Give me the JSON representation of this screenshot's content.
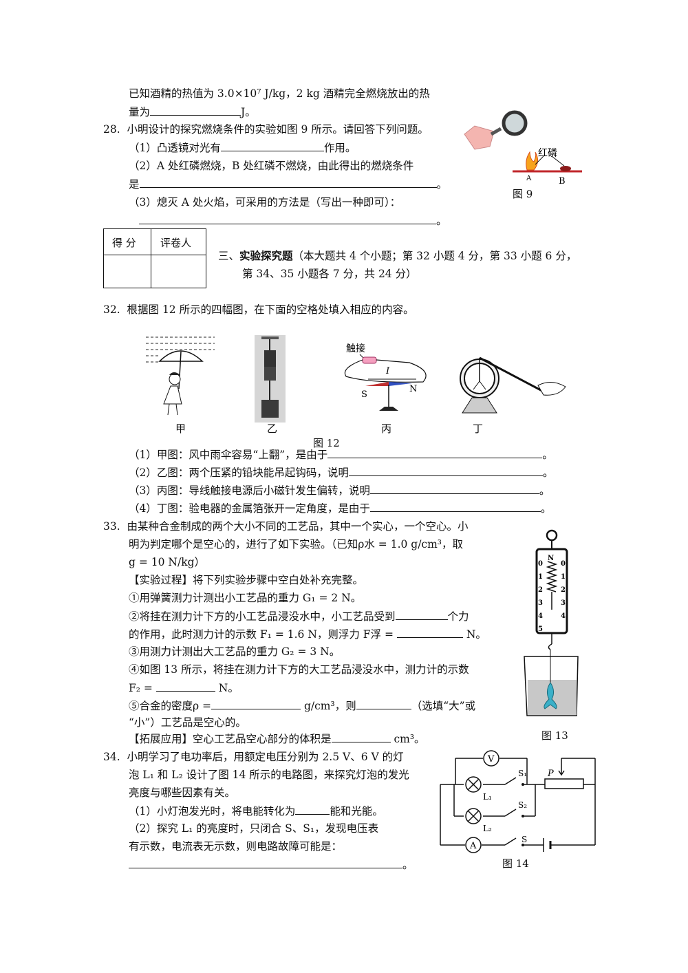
{
  "q27": {
    "line1": "已知酒精的热值为 3.0×10⁷ J/kg，2 kg 酒精完全燃烧放出的热",
    "line2_a": "量为",
    "line2_b": "J。"
  },
  "q28": {
    "num": "28.",
    "stem": "小明设计的探究燃烧条件的实验如图 9 所示。请回答下列问题。",
    "p1_a": "（1）凸透镜对光有",
    "p1_b": "作用。",
    "p2": "（2）A 处红磷燃烧，B 处红磷不燃烧，由此得出的燃烧条件",
    "p2_b": "是",
    "p2_end": "。",
    "p3": "（3）熄灭 A 处火焰，可采用的方法是（写出一种即可）：",
    "p3_end": "。",
    "fig_label_red": "红磷",
    "fig_label_a": "A",
    "fig_label_b": "B",
    "fig_caption": "图 9"
  },
  "score_box": {
    "col1": "得 分",
    "col2": "评卷人"
  },
  "section3": {
    "title_prefix": "三、",
    "title": "实验探究题",
    "desc1": "（本大题共 4 个小题；第 32 小题 4 分，第 33 小题 6 分，",
    "desc2": "第 34、35 小题各 7 分，共 24 分）"
  },
  "q32": {
    "num": "32.",
    "stem": "根据图 12 所示的四幅图，在下面的空格处填入相应的内容。",
    "fig_labels": [
      "甲",
      "乙",
      "丙",
      "丁"
    ],
    "touch_label": "触接",
    "current_label": "I",
    "s_label": "S",
    "n_label": "N",
    "fig_caption": "图 12",
    "p1": "（1）甲图：风中雨伞容易“上翻”，是由于",
    "p2": "（2）乙图：两个压紧的铅块能吊起钩码，说明",
    "p3": "（3）丙图：导线触接电源后小磁针发生偏转，说明",
    "p4": "（4）丁图：验电器的金属箔张开一定角度，是由于",
    "end": "。"
  },
  "q33": {
    "num": "33.",
    "l1": "由某种合金制成的两个大小不同的工艺品，其中一个实心，一个空心。小",
    "l2": "明为判定哪个是空心的，进行了如下实验。（已知ρ水 = 1.0 g/cm³，取",
    "l3": "g = 10 N/kg）",
    "l4": "【实验过程】将下列实验步骤中空白处补充完整。",
    "s1": "①用弹簧测力计测出小工艺品的重力 G₁ = 2 N。",
    "s2_a": "②将挂在测力计下方的小工艺品浸没水中，小工艺品受到",
    "s2_b": "个力",
    "s2c_a": "的作用，此时测力计的示数 F₁ = 1.6 N，则浮力 F浮 =",
    "s2c_b": "N。",
    "s3": "③用测力计测出大工艺品的重力 G₂ = 3 N。",
    "s4": "④如图 13 所示，将挂在测力计下方的大工艺品浸没水中，测力计的示数",
    "s4b_a": "F₂ =",
    "s4b_b": "N。",
    "s5_a": "⑤合金的密度ρ =",
    "s5_b": "g/cm³，则",
    "s5_c": "（选填“大”或",
    "s5d": "“小”）工艺品是空心的。",
    "ext_a": "【拓展应用】空心工艺品空心部分的体积是",
    "ext_b": "cm³。",
    "scale_n": "N",
    "scale_ticks": [
      "0",
      "1",
      "2",
      "3",
      "4",
      "5"
    ],
    "fig_caption": "图 13"
  },
  "q34": {
    "num": "34.",
    "l1": "小明学习了电功率后，用额定电压分别为 2.5 V、6 V 的灯",
    "l2": "泡 L₁ 和 L₂ 设计了图 14 所示的电路图，来探究灯泡的发光",
    "l3": "亮度与哪些因素有关。",
    "p1_a": "（1）小灯泡发光时，将电能转化为",
    "p1_b": "能和光能。",
    "p2": "（2）探究 L₁ 的亮度时，只闭合 S、S₁，发现电压表",
    "p2b": "有示数，电流表无示数，则电路故障可能是：",
    "p2_end": "。",
    "fig": {
      "v": "V",
      "a": "A",
      "s": "S",
      "s1": "S₁",
      "s2": "S₂",
      "l1": "L₁",
      "l2": "L₂",
      "p": "P"
    },
    "fig_caption": "图 14"
  }
}
